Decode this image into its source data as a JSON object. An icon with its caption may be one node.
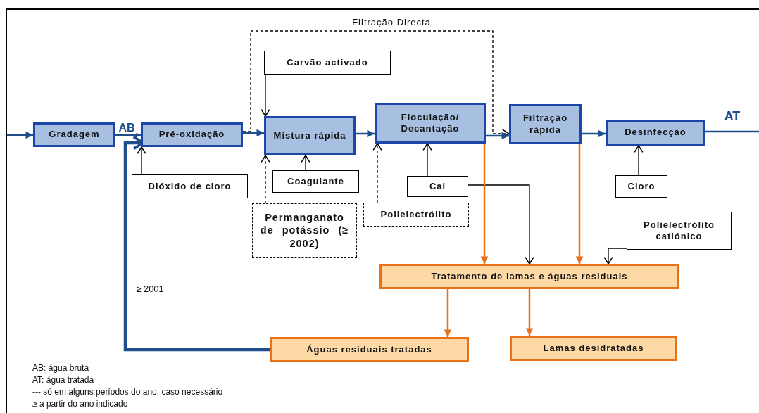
{
  "diagram": {
    "nodes": [
      {
        "text": [
          "Gradagem"
        ]
      },
      {
        "text": [
          "Pré-oxidação"
        ]
      },
      {
        "text": [
          "Mistura rápida"
        ]
      },
      {
        "text": [
          "Floculação/ Decantação"
        ]
      },
      {
        "text": [
          "Filtração rápida"
        ]
      },
      {
        "text": [
          "Desinfecção"
        ]
      },
      {
        "text": [
          "Carvão activado"
        ]
      },
      {
        "text": [
          "Dióxido de cloro"
        ]
      },
      {
        "text": [
          "Coagulante"
        ]
      },
      {
        "text": [
          "Permanganato de potássio (≥ 2002)"
        ]
      },
      {
        "text": [
          "Polielectrólito"
        ]
      },
      {
        "text": [
          "Cal"
        ]
      },
      {
        "text": [
          "Cloro"
        ]
      },
      {
        "text": [
          "Polielectrólito catiónico"
        ]
      },
      {
        "text": [
          "Tratamento de lamas e águas residuais"
        ]
      },
      {
        "text": [
          "Águas residuais tratadas"
        ]
      },
      {
        "text": [
          "Lamas desidratadas"
        ]
      }
    ],
    "edges": [
      {
        "from": null,
        "to": 0,
        "arrow": "to",
        "color": "#1f4e8c"
      },
      {
        "from": 0,
        "to": 1,
        "arrow": "to",
        "label": "AB",
        "color": "#1f4e8c"
      },
      {
        "from": 1,
        "to": 2,
        "arrow": "to",
        "color": "#1f4e8c"
      },
      {
        "from": 2,
        "to": 3,
        "arrow": "to",
        "color": "#1f4e8c"
      },
      {
        "from": 3,
        "to": 4,
        "arrow": "to",
        "color": "#1f4e8c"
      },
      {
        "from": 4,
        "to": 5,
        "arrow": "to",
        "color": "#1f4e8c"
      },
      {
        "from": 5,
        "to": null,
        "arrow": "none",
        "label": "AT",
        "color": "#1f4e8c"
      },
      {
        "from": 6,
        "to": 2,
        "arrow": "to"
      },
      {
        "from": 7,
        "to": 1,
        "arrow": "to"
      },
      {
        "from": 8,
        "to": 2,
        "arrow": "to"
      },
      {
        "from": 9,
        "to": 2,
        "arrow": "to",
        "style": "dashed"
      },
      {
        "from": 10,
        "to": 3,
        "arrow": "to",
        "style": "dashed"
      },
      {
        "from": 11,
        "to": 3,
        "arrow": "to"
      },
      {
        "from": 12,
        "to": 5,
        "arrow": "to"
      },
      {
        "from": 11,
        "to": 14,
        "arrow": "to"
      },
      {
        "from": 3,
        "to": 14,
        "arrow": "to",
        "color": "#e8711a"
      },
      {
        "from": 4,
        "to": 14,
        "arrow": "to",
        "color": "#e8711a"
      },
      {
        "from": 13,
        "to": 14,
        "arrow": "to"
      },
      {
        "from": 14,
        "to": 15,
        "arrow": "to",
        "color": "#e8711a"
      },
      {
        "from": 14,
        "to": 16,
        "arrow": "to",
        "color": "#e8711a"
      },
      {
        "from": 15,
        "to": 1,
        "arrow": "to",
        "label": "≥ 2001",
        "style": "thick",
        "color": "#1f4e8c"
      },
      {
        "from": 1,
        "to": 4,
        "arrow": "to",
        "label": "Filtração Directa",
        "style": "dashed"
      }
    ],
    "labels": [
      "AB: água bruta",
      "AT: água tratada",
      "--- só em alguns períodos do ano, caso necessário",
      "≥  a partir do ano indicado"
    ]
  }
}
